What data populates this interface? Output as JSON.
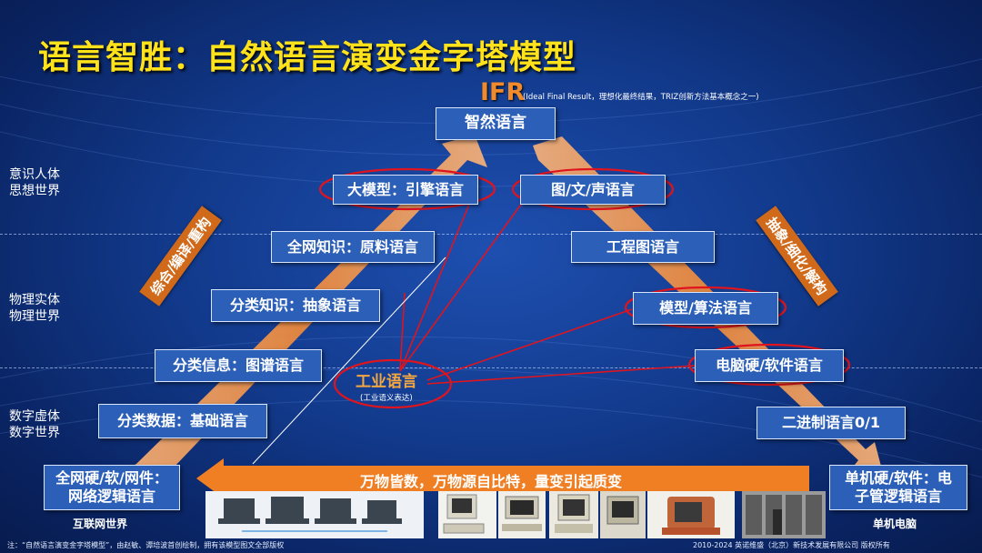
{
  "title": "语言智胜：自然语言演变金字塔模型",
  "ifr": {
    "label": "IFR",
    "note": "(Ideal Final Result，理想化最终结果，TRIZ创新方法基本概念之一)"
  },
  "apex": "智然语言",
  "layers": {
    "top": [
      "意识人体",
      "思想世界"
    ],
    "middle": [
      "物理实体",
      "物理世界"
    ],
    "bottom": [
      "数字虚体",
      "数字世界"
    ]
  },
  "left_boxes": [
    "大模型：引擎语言",
    "全网知识：原料语言",
    "分类知识：抽象语言",
    "分类信息：图谱语言",
    "分类数据：基础语言"
  ],
  "right_boxes": [
    "图/文/声语言",
    "工程图语言",
    "模型/算法语言",
    "电脑硬/软件语言",
    "二进制语言0/1"
  ],
  "bottom_left_box": "全网硬/软/网件：网络逻辑语言",
  "bottom_right_box": "单机硬/软件：电子管逻辑语言",
  "left_arrow_label": "综合/编译/重构",
  "right_arrow_label": "抽象/细化/解构",
  "industrial": {
    "main": "工业语言",
    "sub": "(工业语义表达)"
  },
  "banner": "万物皆数，万物源自比特，量变引起质变",
  "internet_world": "互联网世界",
  "standalone": "单机电脑",
  "footnote_left": "注：“自然语言演变金字塔模型”，由赵敏、谭培波首创绘制，拥有该模型图文全部版权",
  "footnote_right": "2010-2024 英诺维盛（北京）新技术发展有限公司   版权所有",
  "colors": {
    "title": "#ffe21a",
    "accent": "#f08a2a",
    "box": "#2c5fb8",
    "ellipse": "#e0141e"
  }
}
